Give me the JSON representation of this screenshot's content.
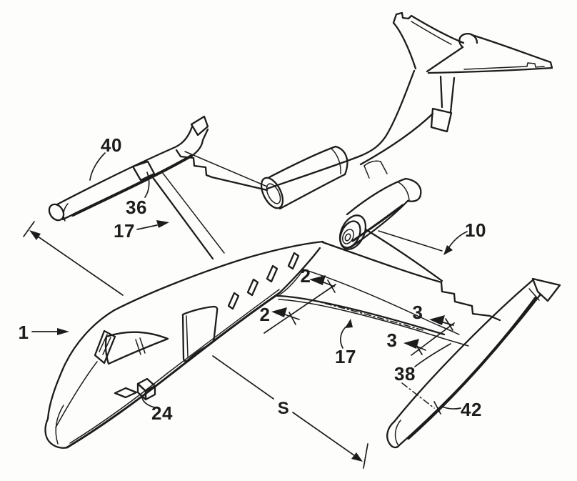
{
  "figure": {
    "type": "patent-line-drawing",
    "subject": "business jet aircraft with wingtip fuel tanks, perspective view",
    "background_color": "#fdfdfc",
    "ink_color": "#1c1c1c",
    "labels": {
      "fuselage": "1",
      "aircraft": "10",
      "wing_left": "17",
      "wing_right": "17",
      "section_2_upper": "2",
      "section_2_lower": "2",
      "section_3_upper": "3",
      "section_3_lower": "3",
      "antenna": "24",
      "tank_pylon_left": "36",
      "flap_right": "38",
      "tip_tank_left": "40",
      "tip_tank_right": "42",
      "span_dimension": "S"
    }
  }
}
